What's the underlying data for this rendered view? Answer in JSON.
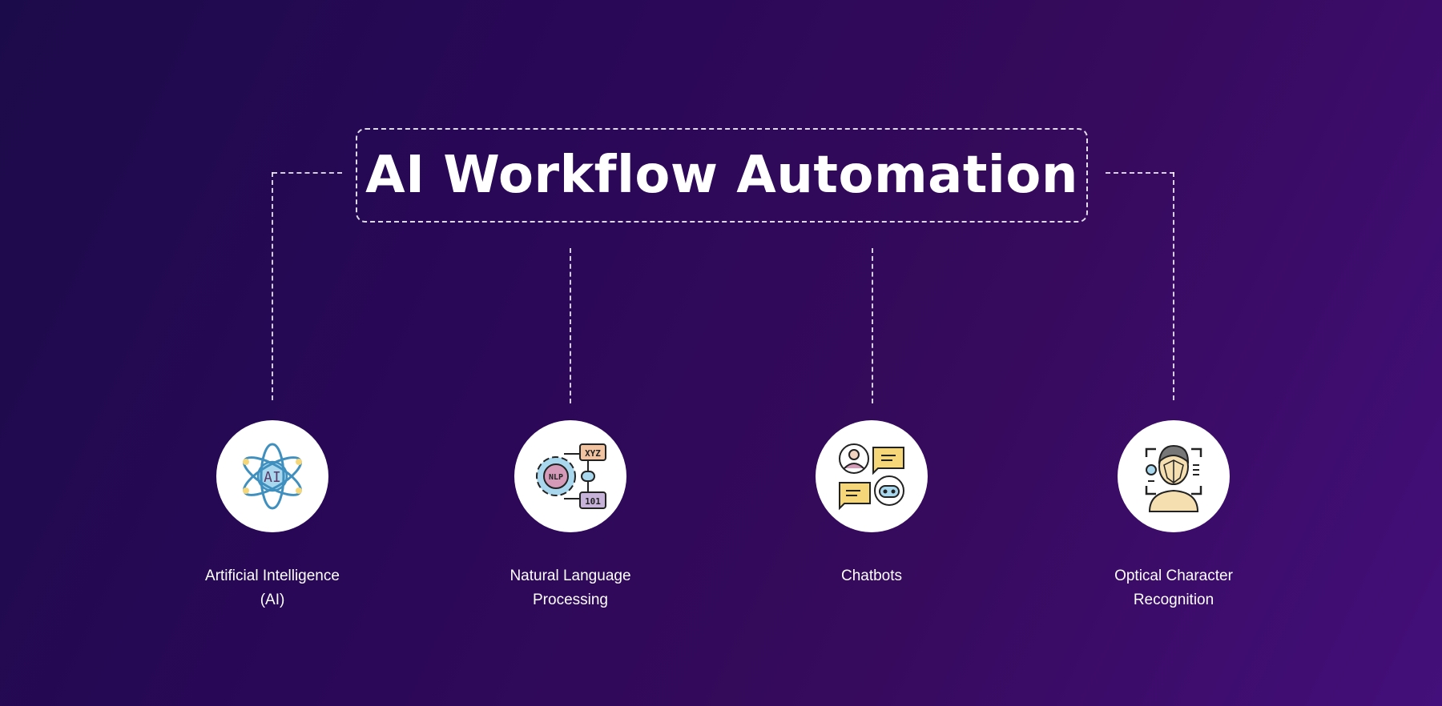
{
  "title": "AI Workflow Automation",
  "nodes": [
    {
      "label_line1": "Artificial Intelligence",
      "label_line2": "(AI)",
      "icon": "atom-ai-icon",
      "icon_text": "AI"
    },
    {
      "label_line1": "Natural Language",
      "label_line2": "Processing",
      "icon": "nlp-gear-icon",
      "icon_text": "NLP",
      "icon_text_top": "XYZ",
      "icon_text_bottom": "101"
    },
    {
      "label_line1": "Chatbots",
      "label_line2": "",
      "icon": "chatbot-icon"
    },
    {
      "label_line1": "Optical Character",
      "label_line2": "Recognition",
      "icon": "face-scan-icon"
    }
  ],
  "colors": {
    "bg_start": "#1c0b4a",
    "bg_end": "#430f7a",
    "icon_blue": "#3f8fbf",
    "icon_yellow": "#f5d77a",
    "icon_pink": "#d49ab8",
    "icon_lightblue": "#a9d8ee"
  }
}
